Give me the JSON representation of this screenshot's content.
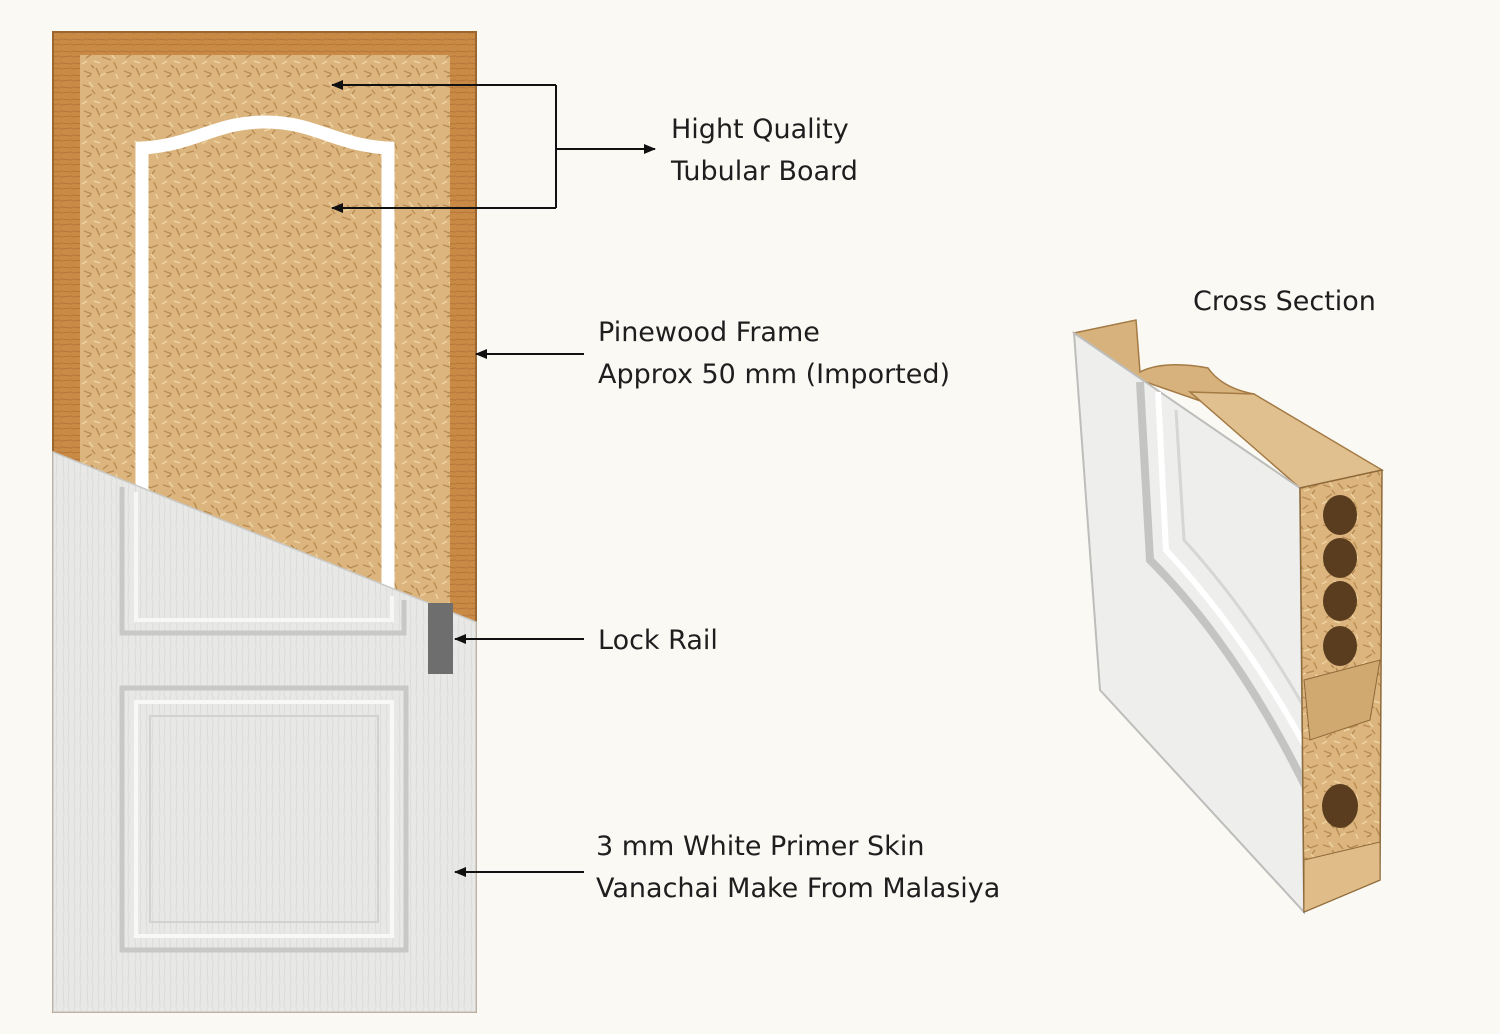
{
  "labels": {
    "tubular_board": [
      "Hight Quality",
      "Tubular Board"
    ],
    "pinewood_frame": [
      "Pinewood Frame",
      "Approx 50 mm (Imported)"
    ],
    "lock_rail": "Lock Rail",
    "primer_skin": [
      "3 mm White Primer Skin",
      "Vanachai Make From Malasiya"
    ],
    "cross_section_title": "Cross Section"
  },
  "colors": {
    "background": "#fbf9f4",
    "pinewood": "#c98a45",
    "particle_board": "#dbb47d",
    "primer_skin": "#e9e9e7",
    "lock_block": "#6e6e6e",
    "text": "#1e1e1e"
  }
}
